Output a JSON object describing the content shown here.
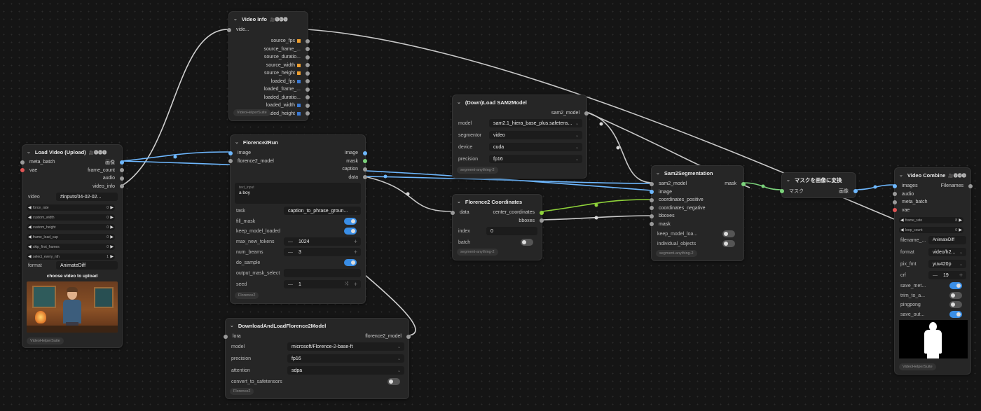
{
  "video_info": {
    "title": "Video Info",
    "badge": "🎥🅥🅗🅢",
    "input": "vide...",
    "outputs": [
      "source_fps",
      "source_frame_...",
      "source_duratio...",
      "source_width",
      "source_height",
      "loaded_fps",
      "loaded_frame_...",
      "loaded_duratio...",
      "loaded_width",
      "loaded_height"
    ],
    "footer": "VideoHelperSuite"
  },
  "load_video": {
    "title": "Load Video (Upload)",
    "badge": "🎥🅥🅗🅢",
    "inputs": [
      "meta_batch",
      "vae"
    ],
    "outputs": [
      "画像",
      "frame_count",
      "audio",
      "video_info"
    ],
    "video_label": "video",
    "video_value": "#inputs/04-02-02...",
    "minis": [
      {
        "label": "force_rate",
        "value": "0"
      },
      {
        "label": "custom_width",
        "value": "0"
      },
      {
        "label": "custom_height",
        "value": "0"
      },
      {
        "label": "frame_load_cap",
        "value": "0"
      },
      {
        "label": "skip_first_frames",
        "value": "0"
      },
      {
        "label": "select_every_nth",
        "value": "1"
      }
    ],
    "format_label": "format",
    "format_value": "AnimateDiff",
    "upload_label": "choose video to upload",
    "footer": "VideoHelperSuite"
  },
  "florence_run": {
    "title": "Florence2Run",
    "inputs": [
      "image",
      "florence2_model"
    ],
    "outputs": [
      "image",
      "mask",
      "caption",
      "data"
    ],
    "text_label": "text_input",
    "text_value": "a boy",
    "task_label": "task",
    "task_value": "caption_to_phrase_groun...",
    "toggles": [
      {
        "label": "fill_mask",
        "on": true
      },
      {
        "label": "keep_model_loaded",
        "on": true
      }
    ],
    "max_tokens_label": "max_new_tokens",
    "max_tokens_value": "1024",
    "beams_label": "num_beams",
    "beams_value": "3",
    "do_sample_label": "do_sample",
    "output_mask_label": "output_mask_select",
    "seed_label": "seed",
    "seed_value": "1",
    "footer": "Florence2"
  },
  "download_florence": {
    "title": "DownloadAndLoadFlorence2Model",
    "input": "lora",
    "output": "florence2_model",
    "widgets": [
      {
        "label": "model",
        "value": "microsoft/Florence-2-base-ft"
      },
      {
        "label": "precision",
        "value": "fp16"
      },
      {
        "label": "attention",
        "value": "sdpa"
      }
    ],
    "convert_label": "convert_to_safetensors",
    "footer": "Florence2"
  },
  "load_sam2": {
    "title": "(Down)Load SAM2Model",
    "output": "sam2_model",
    "widgets": [
      {
        "label": "model",
        "value": "sam2.1_hiera_base_plus.safetens..."
      },
      {
        "label": "segmentor",
        "value": "video"
      },
      {
        "label": "device",
        "value": "cuda"
      },
      {
        "label": "precision",
        "value": "fp16"
      }
    ],
    "footer": "segment-anything-2"
  },
  "florence_coords": {
    "title": "Florence2 Coordinates",
    "input": "data",
    "outputs": [
      "center_coordinates",
      "bboxes"
    ],
    "index_label": "index",
    "index_value": "0",
    "batch_label": "batch",
    "footer": "segment-anything-2"
  },
  "sam2_seg": {
    "title": "Sam2Segmentation",
    "inputs": [
      "sam2_model",
      "image",
      "coordinates_positive",
      "coordinates_negative",
      "bboxes",
      "mask"
    ],
    "output": "mask",
    "toggles": [
      "keep_model_loa...",
      "individual_objects"
    ],
    "footer": "segment-anything-2"
  },
  "mask_to_image": {
    "title": "マスクを画像に変換",
    "input": "マスク",
    "output": "画像"
  },
  "video_combine": {
    "title": "Video Combine",
    "badge": "🎥🅥🅗🅢",
    "inputs": [
      "images",
      "audio",
      "meta_batch",
      "vae"
    ],
    "output": "Filenames",
    "minis": [
      {
        "label": "frame_rate",
        "value": "8"
      },
      {
        "label": "loop_count",
        "value": "0"
      }
    ],
    "widgets": [
      {
        "label": "filename_...",
        "value": "AnimateDiff"
      },
      {
        "label": "format",
        "value": "video/h2..."
      },
      {
        "label": "pix_fmt",
        "value": "yuv420p"
      },
      {
        "label": "crf",
        "value": "19"
      }
    ],
    "toggles": [
      {
        "label": "save_met...",
        "on": true
      },
      {
        "label": "trim_to_a...",
        "on": false
      },
      {
        "label": "pingpong",
        "on": false
      },
      {
        "label": "save_out...",
        "on": true
      }
    ],
    "footer": "VideoHelperSuite"
  },
  "colors": {
    "image_wire": "#6eb8ff",
    "coord_wire": "#8fd33a",
    "generic_wire": "#c8c8c8",
    "toggle_on": "#3a8ee6",
    "fps_port": "#f0a030",
    "loaded_port": "#3a7ad6",
    "mask_port": "#7bd27b"
  }
}
